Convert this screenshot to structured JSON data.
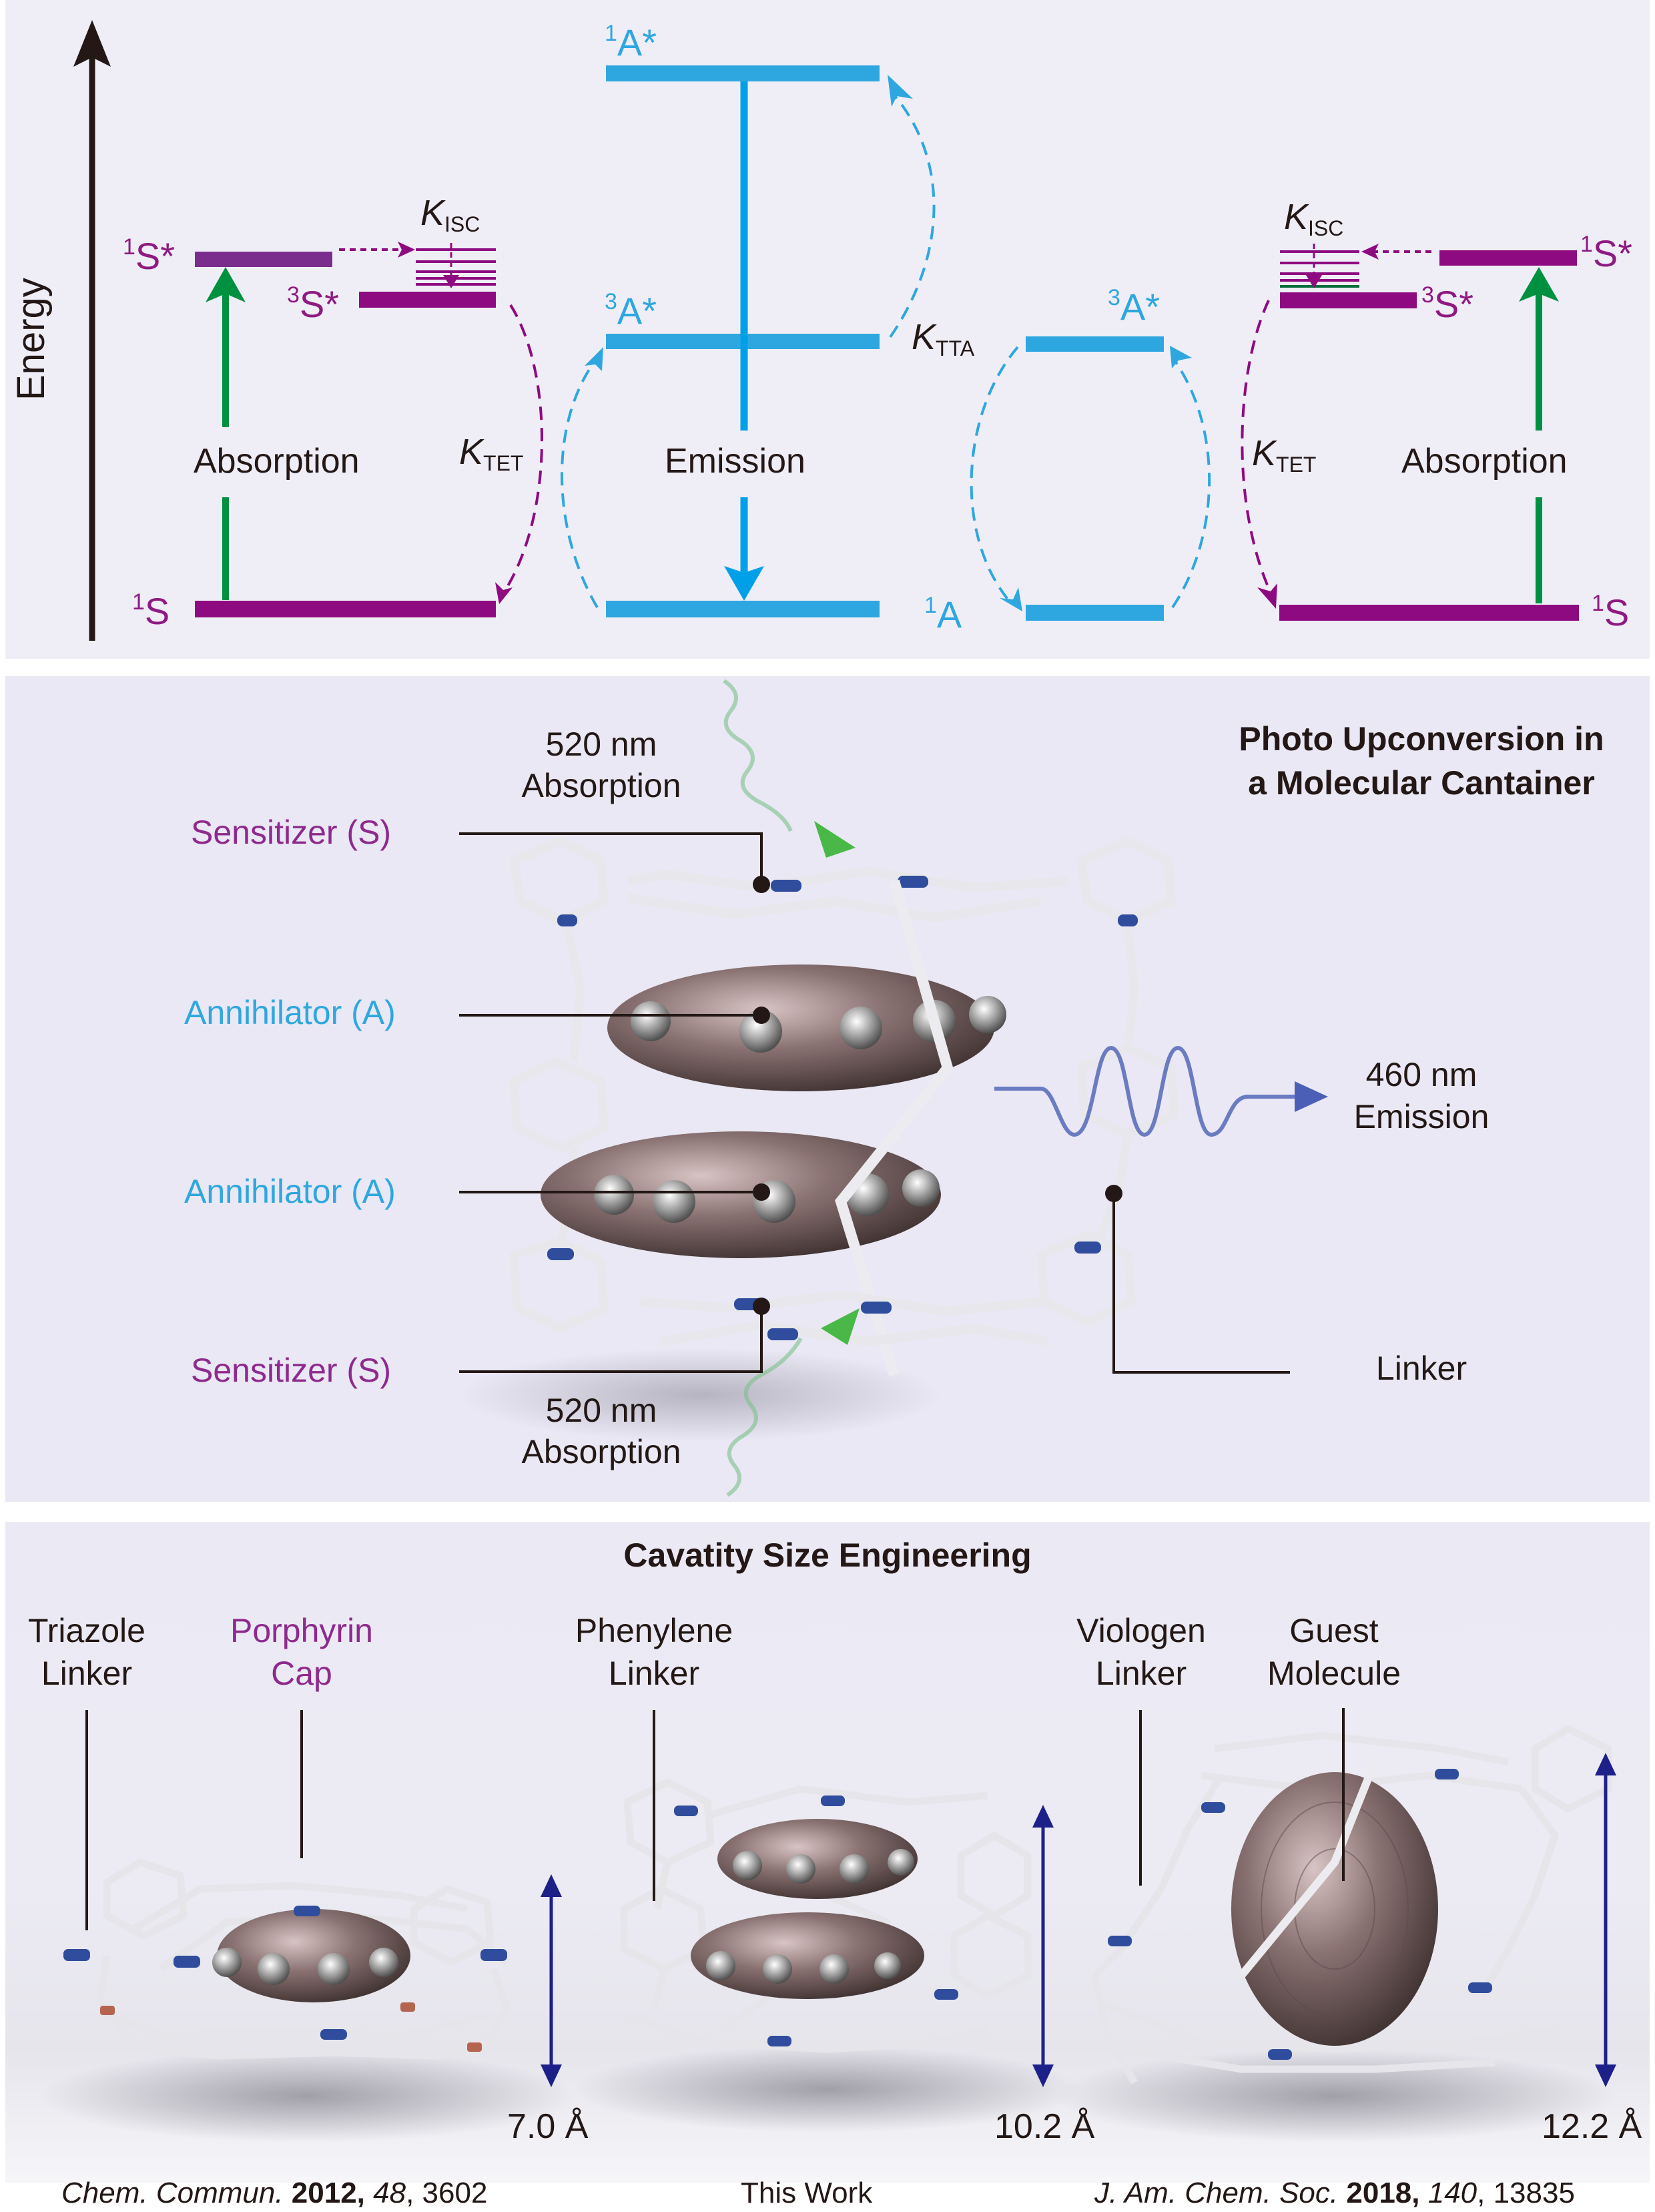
{
  "energy_diagram": {
    "axis_label": "Energy",
    "left_sensitizer": {
      "singlet_excited": {
        "sup": "1",
        "label": "S*"
      },
      "triplet_excited": {
        "sup": "3",
        "label": "S*"
      },
      "ground": {
        "sup": "1",
        "label": "S"
      },
      "transition_label": "Absorption",
      "k_isc": {
        "k": "K",
        "sub": "ISC"
      },
      "k_tet": {
        "k": "K",
        "sub": "TET"
      }
    },
    "annihilator_main": {
      "singlet_excited": {
        "sup": "1",
        "label": "A*"
      },
      "triplet_excited": {
        "sup": "3",
        "label": "A*"
      },
      "transition_label": "Emission",
      "k_tta": {
        "k": "K",
        "sub": "TTA"
      }
    },
    "annihilator_partner": {
      "triplet_excited": {
        "sup": "3",
        "label": "A*"
      },
      "ground": {
        "sup": "1",
        "label": "A"
      }
    },
    "right_sensitizer": {
      "singlet_excited": {
        "sup": "1",
        "label": "S*"
      },
      "triplet_excited": {
        "sup": "3",
        "label": "S*"
      },
      "ground": {
        "sup": "1",
        "label": "S"
      },
      "transition_label": "Absorption",
      "k_isc": {
        "k": "K",
        "sub": "ISC"
      },
      "k_tet": {
        "k": "K",
        "sub": "TET"
      }
    },
    "colors": {
      "sensitizer_singlet": "#7b2d8e",
      "sensitizer": "#8e0a80",
      "annihilator": "#2ea7e0",
      "absorption_arrow": "#009140",
      "axis": "#231815"
    }
  },
  "container_panel": {
    "title_line1": "Photo Upconversion in",
    "title_line2": "a Molecular Cantainer",
    "absorption_top": {
      "line1": "520 nm",
      "line2": "Absorption"
    },
    "absorption_bottom": {
      "line1": "520 nm",
      "line2": "Absorption"
    },
    "emission": {
      "line1": "460 nm",
      "line2": "Emission"
    },
    "labels": {
      "sensitizer_top": "Sensitizer (S)",
      "annihilator_top": "Annihilator (A)",
      "annihilator_bottom": "Annihilator (A)",
      "sensitizer_bottom": "Sensitizer (S)",
      "linker": "Linker"
    },
    "colors": {
      "sensitizer_label": "#8e2a8e",
      "annihilator_label": "#2ea7e0",
      "absorption_wave": "#5cbf5c",
      "emission_wave": "#4a5fb5"
    }
  },
  "cavity_panel": {
    "title": "Cavatity Size Engineering",
    "labels": {
      "triazole": {
        "line1": "Triazole",
        "line2": "Linker"
      },
      "porphyrin": {
        "line1": "Porphyrin",
        "line2": "Cap"
      },
      "phenylene": {
        "line1": "Phenylene",
        "line2": "Linker"
      },
      "viologen": {
        "line1": "Viologen",
        "line2": "Linker"
      },
      "guest": {
        "line1": "Guest",
        "line2": "Molecule"
      }
    },
    "sizes": [
      "7.0 Å",
      "10.2 Å",
      "12.2 Å"
    ],
    "colors": {
      "porphyrin_label": "#8e2a8e",
      "size_arrow": "#1d2088"
    }
  },
  "references": [
    {
      "journal": "Chem. Commun.",
      "year": "2012,",
      "volume": "48",
      "pages": ", 3602"
    },
    {
      "text": "This Work"
    },
    {
      "journal": "J. Am. Chem. Soc.",
      "year": "2018,",
      "volume": "140",
      "pages": ", 13835"
    }
  ]
}
